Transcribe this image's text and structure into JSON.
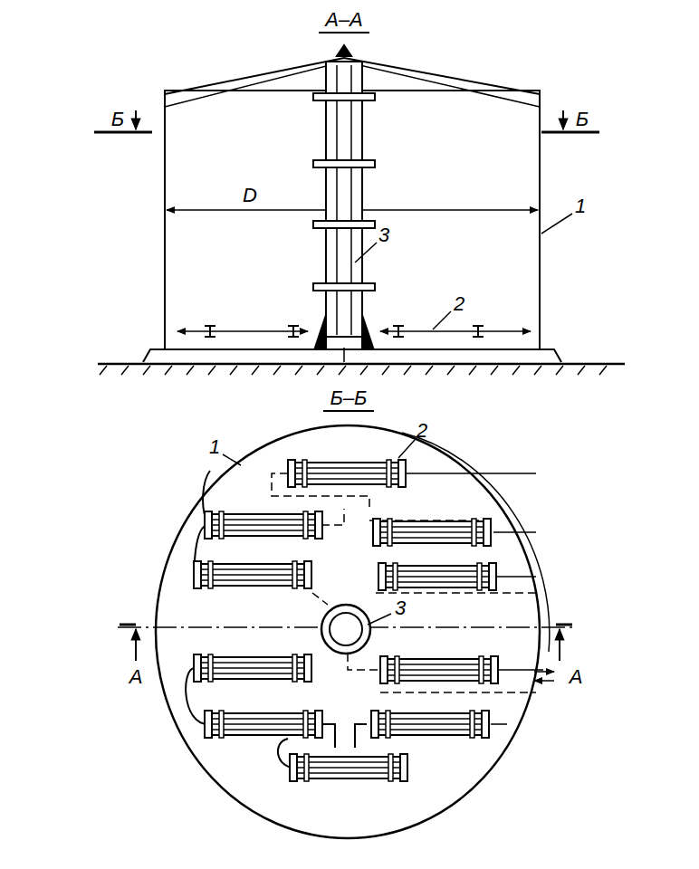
{
  "diagram": {
    "labels": [
      "А–А",
      "Б",
      "Б",
      "D",
      "3",
      "1",
      "2",
      "Б–Б",
      "2",
      "1",
      "3",
      "А",
      "А"
    ]
  }
}
